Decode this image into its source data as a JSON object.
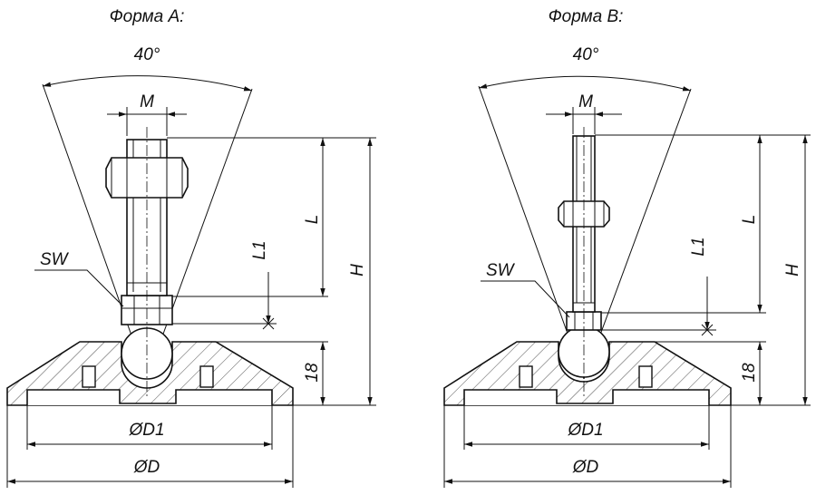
{
  "figure_a": {
    "title": "Форма А:",
    "angle": "40°",
    "thread": "M",
    "wrench": "SW",
    "length": "L",
    "length1": "L1",
    "height": "H",
    "base_height": "18",
    "diameter_inner": "ØD1",
    "diameter_outer": "ØD"
  },
  "figure_b": {
    "title": "Форма В:",
    "angle": "40°",
    "thread": "M",
    "wrench": "SW",
    "length": "L",
    "length1": "L1",
    "height": "H",
    "base_height": "18",
    "diameter_inner": "ØD1",
    "diameter_outer": "ØD"
  }
}
